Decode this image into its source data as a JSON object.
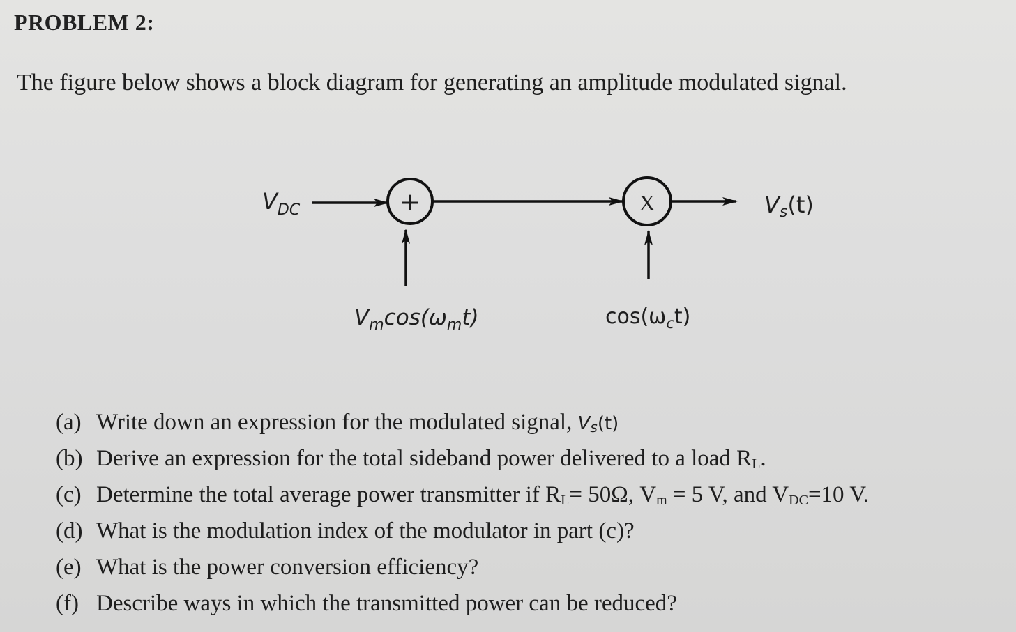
{
  "heading": "PROBLEM 2:",
  "intro": "The figure below shows a block diagram for generating an amplitude modulated signal.",
  "diagram": {
    "input_dc_main": "V",
    "input_dc_sub": "DC",
    "summer_symbol": "+",
    "multiplier_symbol": "X",
    "output_label": "V",
    "output_sub": "s",
    "output_arg": "(t)",
    "message_label_v": "V",
    "message_label_sub": "m",
    "message_label_cos": "cos(ω",
    "message_label_sub2": "m",
    "message_label_end": "t)",
    "carrier_label_cos": "cos(ω",
    "carrier_label_sub": "c",
    "carrier_label_end": "t)"
  },
  "questions": [
    {
      "mark": "(a)",
      "text": "Write down an expression for the modulated signal, ",
      "expr_v": "V",
      "expr_sub": "s",
      "expr_end": "(t)"
    },
    {
      "mark": "(b)",
      "text": "Derive an expression for the total sideband power delivered to a load R",
      "sub": "L",
      "end": "."
    },
    {
      "mark": "(c)",
      "text_1": "Determine the total average power transmitter if R",
      "sub_1": "L",
      "text_2": "= 50Ω, V",
      "sub_2": "m",
      "text_3": " = 5 V, and V",
      "sub_3": "DC",
      "text_4": "=10 V."
    },
    {
      "mark": "(d)",
      "text": "What is the modulation index of the modulator in part (c)?"
    },
    {
      "mark": "(e)",
      "text": "What is the power conversion efficiency?"
    },
    {
      "mark": "(f)",
      "text": "Describe ways in which the transmitted power can be reduced?"
    }
  ]
}
